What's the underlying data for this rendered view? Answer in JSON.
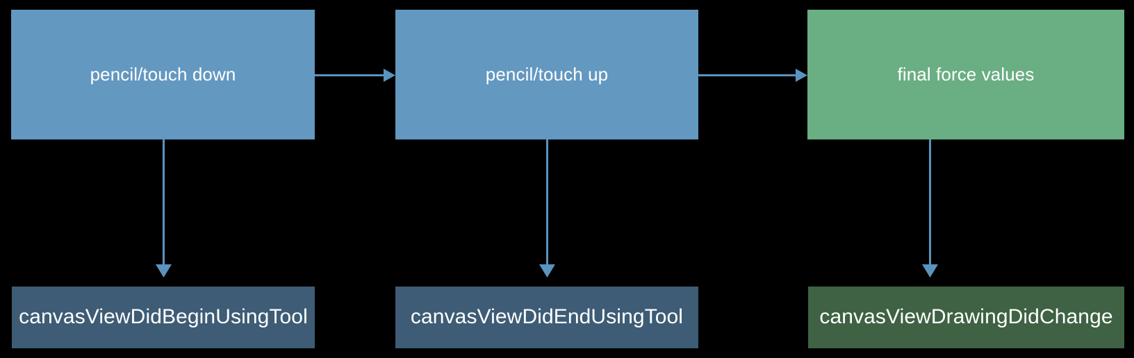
{
  "diagram": {
    "title": "PencilKit canvas view delegate callback flow",
    "background_color": "#000000",
    "edge_color": "#5b93bf",
    "colors": {
      "event_blue": "#6398c0",
      "event_green": "#6aae83",
      "callback_blue": "#3e5c75",
      "callback_green": "#3e6243",
      "text": "#ffffff"
    },
    "nodes": {
      "pencil_down": "pencil/touch down",
      "pencil_up": "pencil/touch up",
      "final_force": "final force values",
      "did_begin": "canvasViewDidBeginUsingTool",
      "did_end": "canvasViewDidEndUsingTool",
      "did_change": "canvasViewDrawingDidChange"
    },
    "edges": [
      {
        "name": "down-to-up",
        "from": "pencil/touch down",
        "to": "pencil/touch up",
        "direction": "right"
      },
      {
        "name": "up-to-force",
        "from": "pencil/touch up",
        "to": "final force values",
        "direction": "right"
      },
      {
        "name": "down-to-begin",
        "from": "pencil/touch down",
        "to": "canvasViewDidBeginUsingTool",
        "direction": "down"
      },
      {
        "name": "up-to-end",
        "from": "pencil/touch up",
        "to": "canvasViewDidEndUsingTool",
        "direction": "down"
      },
      {
        "name": "force-to-change",
        "from": "final force values",
        "to": "canvasViewDrawingDidChange",
        "direction": "down"
      }
    ]
  }
}
